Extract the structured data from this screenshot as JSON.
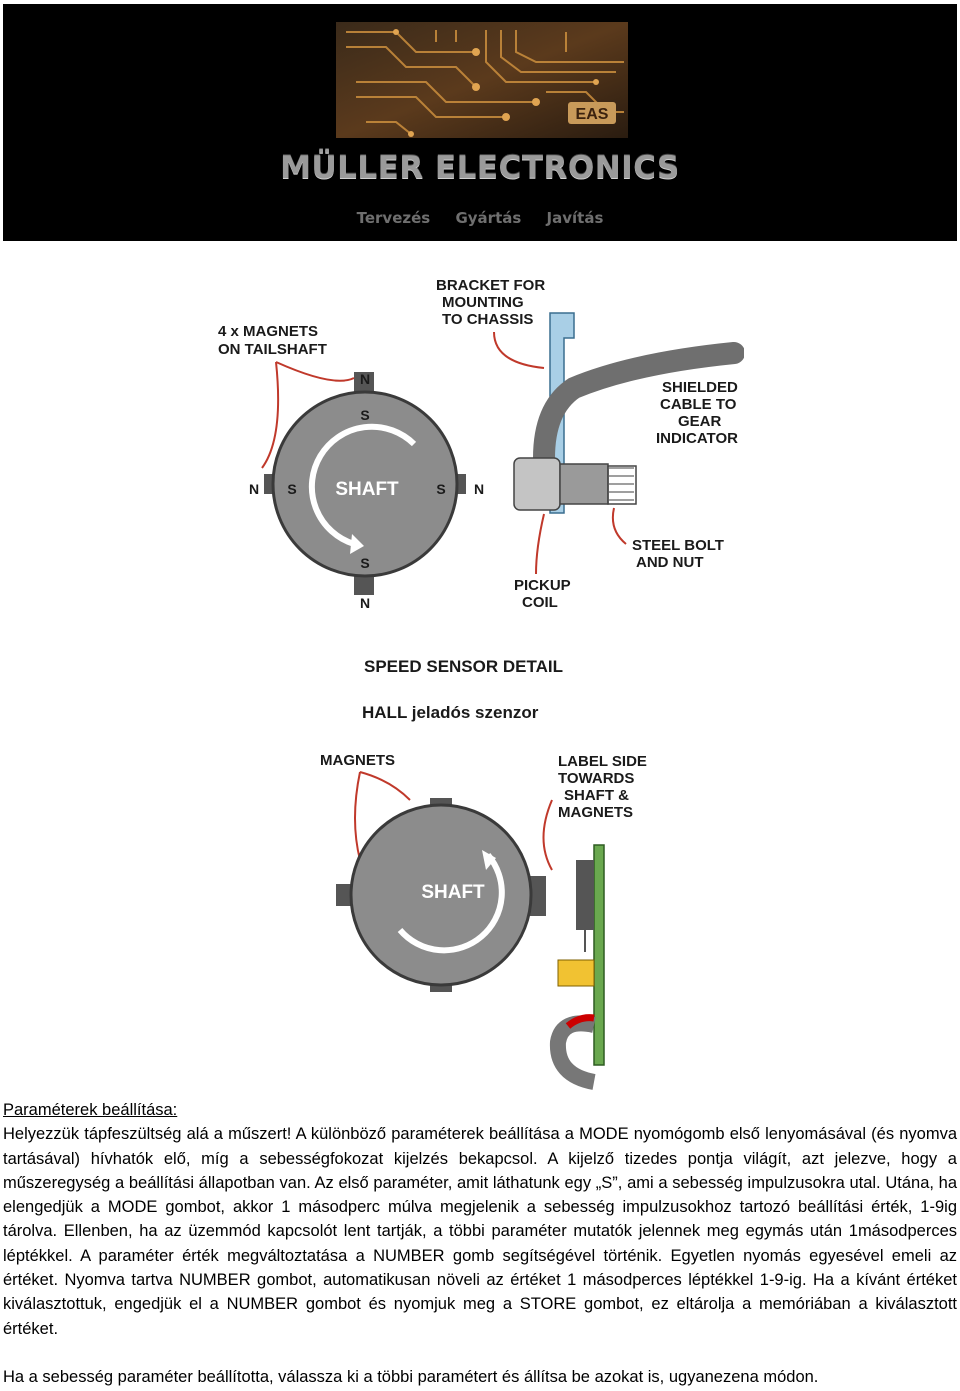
{
  "header": {
    "brand": "MÜLLER ELECTRONICS",
    "nav": [
      "Tervezés",
      "Gyártás",
      "Javítás"
    ],
    "logo_text": "EAS"
  },
  "diagram1": {
    "labels": {
      "magnets_tailshaft": [
        "4 x MAGNETS",
        "ON TAILSHAFT"
      ],
      "bracket": [
        "BRACKET FOR",
        "MOUNTING",
        "TO CHASSIS"
      ],
      "shielded": [
        "SHIELDED",
        "CABLE TO",
        "GEAR",
        "INDICATOR"
      ],
      "pickup": [
        "PICKUP",
        "COIL"
      ],
      "steel": [
        "STEEL BOLT",
        "AND NUT"
      ],
      "shaft": "SHAFT",
      "title": "SPEED SENSOR DETAIL"
    },
    "poles": {
      "n": "N",
      "s": "S"
    }
  },
  "diagram2": {
    "caption": "HALL jeladós szenzor",
    "labels": {
      "magnets": "MAGNETS",
      "label_side": [
        "LABEL SIDE",
        "TOWARDS",
        "SHAFT &",
        "MAGNETS"
      ],
      "shaft": "SHAFT"
    }
  },
  "text": {
    "heading": "Paraméterek beállítása:",
    "paragraph": "Helyezzük tápfeszültség alá a műszert! A különböző paraméterek beállítása a MODE nyomógomb első lenyomásával (és nyomva tartásával) hívhatók elő, míg a sebességfokozat kijelzés bekapcsol. A kijelző tizedes pontja világít, azt jelezve, hogy a műszeregység a beállítási állapotban van. Az első paraméter, amit láthatunk egy „S”, ami a sebesség impulzusokra utal. Utána, ha elengedjük a MODE gombot, akkor 1 másodperc múlva megjelenik a sebesség impulzusokhoz tartozó beállítási érték, 1-9ig tárolva. Ellenben, ha az üzemmód kapcsolót lent tartják, a többi paraméter mutatók jelennek meg egymás után 1másodperces léptékkel. A paraméter érték megváltoztatása a NUMBER gomb segítségével történik. Egyetlen nyomás egyesével emeli az értéket. Nyomva tartva NUMBER gombot, automatikusan növeli az értéket 1 másodperces léptékkel 1-9-ig. Ha a kívánt értéket kiválasztottuk, engedjük el a NUMBER gombot és nyomjuk meg a STORE gombot, ez eltárolja a memóriában a kiválasztott értéket.",
    "closing": "Ha a sebesség paraméter beállította, válassza ki a többi paramétert és állítsa be azokat is, ugyanezena módon."
  }
}
